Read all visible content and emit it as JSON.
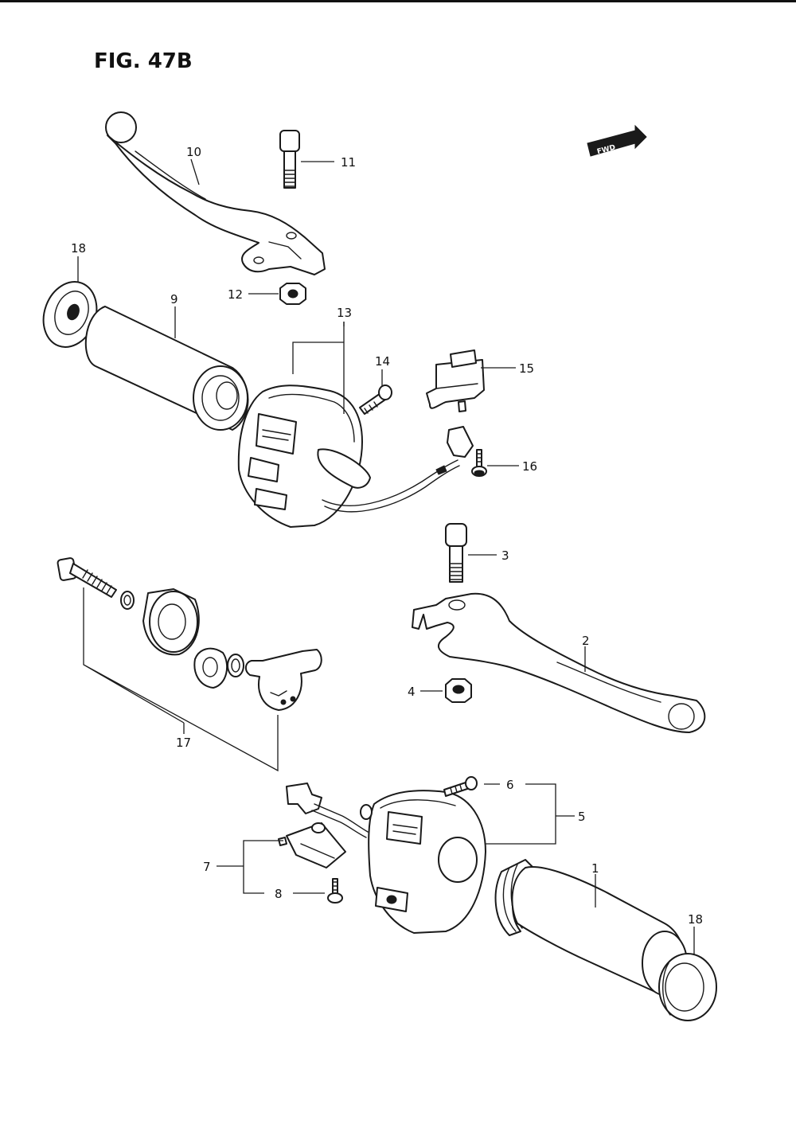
{
  "figure": {
    "title_main": "FIG. 47",
    "title_suffix": "B"
  },
  "fwd_label": "FWD",
  "callouts": [
    {
      "id": "1",
      "text": "1"
    },
    {
      "id": "2",
      "text": "2"
    },
    {
      "id": "3",
      "text": "3"
    },
    {
      "id": "4",
      "text": "4"
    },
    {
      "id": "5",
      "text": "5"
    },
    {
      "id": "6",
      "text": "6"
    },
    {
      "id": "7",
      "text": "7"
    },
    {
      "id": "8",
      "text": "8"
    },
    {
      "id": "9",
      "text": "9"
    },
    {
      "id": "10",
      "text": "10"
    },
    {
      "id": "11",
      "text": "11"
    },
    {
      "id": "12",
      "text": "12"
    },
    {
      "id": "13",
      "text": "13"
    },
    {
      "id": "14",
      "text": "14"
    },
    {
      "id": "15",
      "text": "15"
    },
    {
      "id": "16",
      "text": "16"
    },
    {
      "id": "17",
      "text": "17"
    },
    {
      "id": "18a",
      "text": "18"
    },
    {
      "id": "18b",
      "text": "18"
    }
  ]
}
